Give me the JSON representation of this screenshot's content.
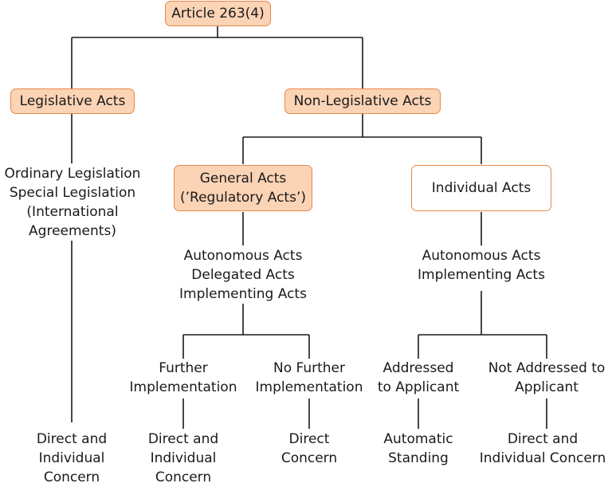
{
  "root": {
    "label": "Article 263(4)"
  },
  "branches": {
    "legislative": {
      "label": "Legislative Acts",
      "acts": "Ordinary Legislation\nSpecial Legislation\n(International\nAgreements)",
      "standing": "Direct and\nIndividual\nConcern"
    },
    "non_legislative": {
      "label": "Non-Legislative Acts",
      "general": {
        "label": "General Acts\n(’Regulatory Acts’)",
        "acts": "Autonomous Acts\nDelegated Acts\nImplementing Acts",
        "further": {
          "label": "Further\nImplementation",
          "standing": "Direct and\nIndividual\nConcern"
        },
        "no_further": {
          "label": "No Further\nImplementation",
          "standing": "Direct\nConcern"
        }
      },
      "individual": {
        "label": "Individual Acts",
        "acts": "Autonomous Acts\nImplementing Acts",
        "addressed": {
          "label": "Addressed\nto Applicant",
          "standing": "Automatic\nStanding"
        },
        "not_addressed": {
          "label": "Not Addressed to\nApplicant",
          "standing": "Direct and\nIndividual Concern"
        }
      }
    }
  },
  "colors": {
    "box_fill": "#fbd3b5",
    "box_border": "#e8884a",
    "line": "#1a1a1a",
    "text": "#1a1a1a"
  }
}
